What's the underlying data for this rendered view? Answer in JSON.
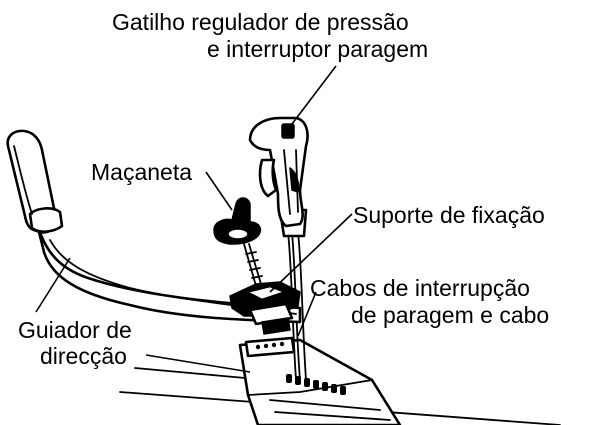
{
  "labels": {
    "trigger_line1": "Gatilho regulador de pressão",
    "trigger_line2": "e interruptor paragem",
    "knob": "Maçaneta",
    "bracket": "Suporte de fixação",
    "cables_line1": "Cabos de interrupção",
    "cables_line2": "de paragem e cabo",
    "handlebar_line1": "Guiador de",
    "handlebar_line2": "direcção"
  },
  "colors": {
    "ink": "#000000",
    "background": "#ffffff"
  }
}
